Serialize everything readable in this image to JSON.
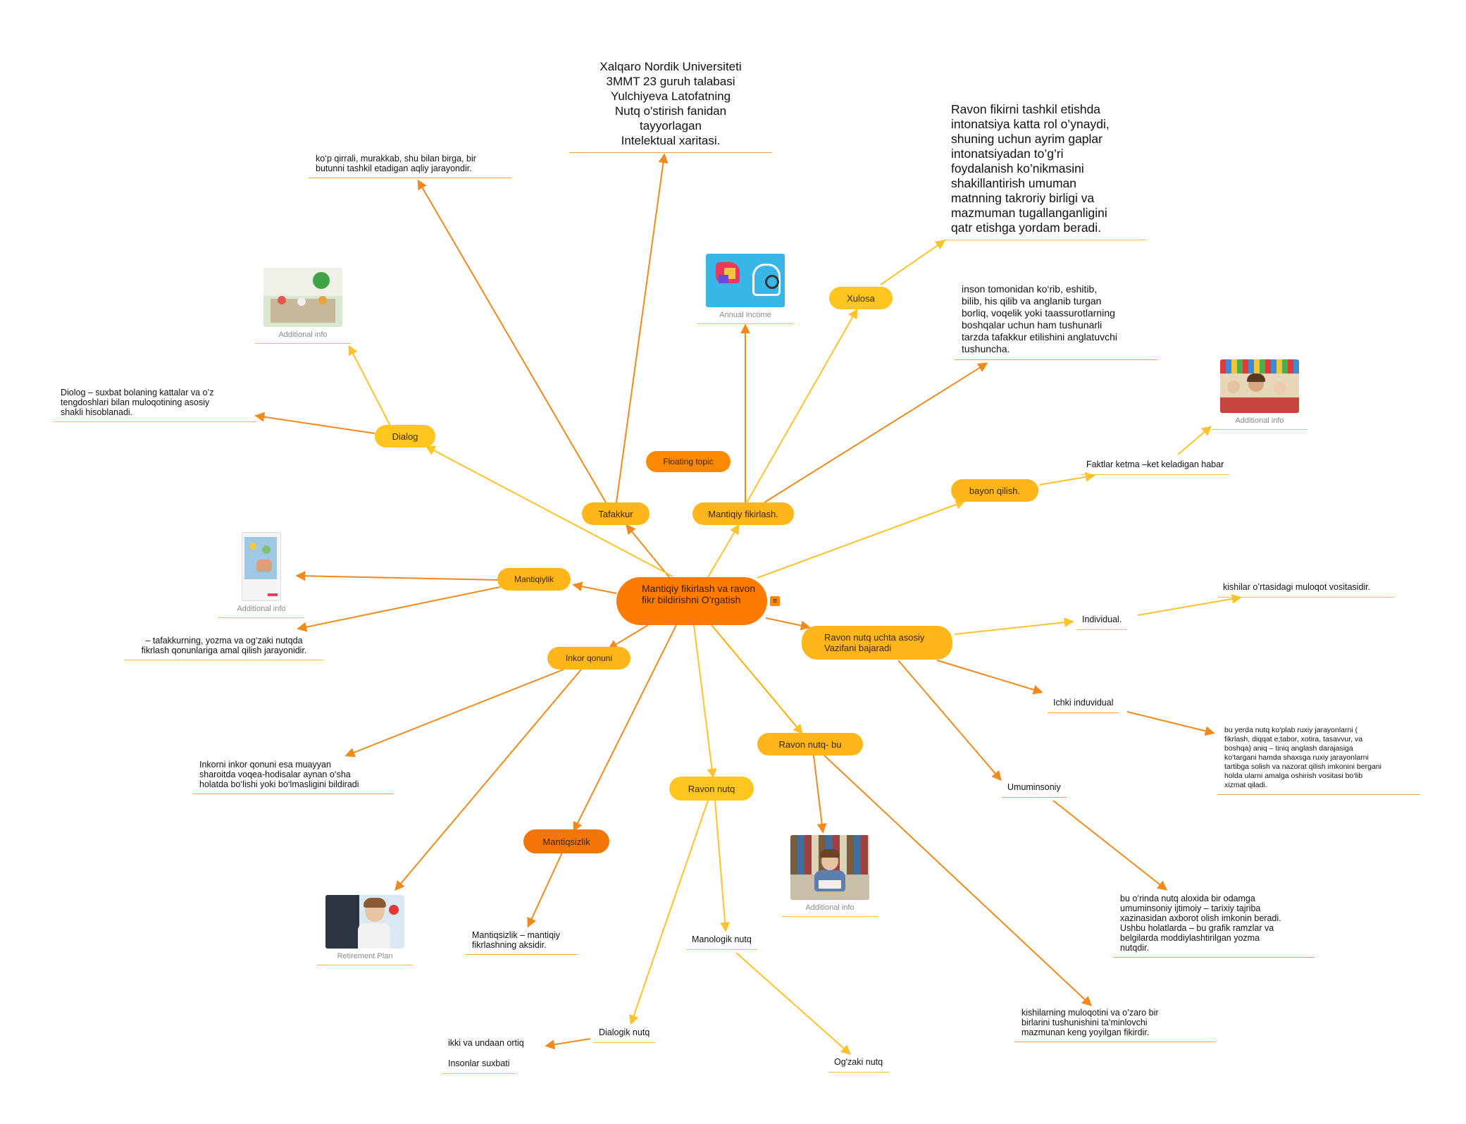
{
  "center": {
    "label": "Mantiqiy fikirlash va ravon fikr bildirishni O'rgatish",
    "icon": "note-icon"
  },
  "branches": {
    "tafakkur": "Tafakkur",
    "mantiqiy_fikirlash": "Mantiqiy fikirlash.",
    "floating": "Floating topic",
    "xulosa": "Xulosa",
    "dialog": "Dialog",
    "mantiqiylik": "Mantiqiylik",
    "inkor": "Inkor qonuni",
    "mantiqsizlik": "Mantiqsizlik",
    "ravon_nutq": "Ravon nutq",
    "ravon_nutq_bu": "Ravon nutq- bu",
    "bayon": "bayon qilish.",
    "ravon_vazifa": "Ravon nutq uchta asosiy Vazifani bajaradi"
  },
  "notes": {
    "title": [
      "Xalqaro Nordik Universiteti",
      "3MMT 23 guruh talabasi",
      "Yulchiyeva Latofatning",
      "Nutq o'stirish fanidan",
      "tayyorlagan",
      "Intelektual xaritasi."
    ],
    "tafakkur_note": [
      "ko‘p qirrali, murakkab, shu bilan birga, bir",
      "butunni tashkil etadigan aqliy jarayondir."
    ],
    "xulosa_note": [
      "Ravon fikirni tashkil etishda",
      "intonatsiya katta rol o’ynaydi,",
      "shuning uchun ayrim gaplar",
      "intonatsiyadan to’g’ri",
      "foydalanish ko’nikmasini",
      "shakillantirish umuman",
      "matnning takroriy birligi va",
      "mazmuman tugallanganligini",
      "qatr etishga yordam beradi."
    ],
    "mantiqiy_note": [
      "inson tomonidan ko‘rib, eshitib,",
      "bilib, his qilib va anglanib turgan",
      "borliq, voqelik yoki taassurotlarning",
      "boshqalar uchun ham tushunarli",
      "tarzda tafakkur etilishini anglatuvchi",
      "tushuncha."
    ],
    "dialog_note": [
      "Diolog – suxbat bolaning kattalar va o’z",
      "tengdoshlari bilan muloqotining asosiy",
      "shakli hisoblanadi."
    ],
    "mantiqiylik_note": [
      "– tafakkurning, yozma va og‘zaki nutqda",
      "fikrlash qonunlariga amal qilish jarayonidir."
    ],
    "inkor_note": [
      "Inkorni inkor qonuni esa muayyan",
      "sharoitda voqea-hodisalar aynan o‘sha",
      "holatda bo‘lishi yoki bo‘lmasligini bildiradi"
    ],
    "mantiqsizlik_note": [
      "Mantiqsizlik – mantiqiy",
      "fikrlashning aksidir."
    ],
    "faktlar": "Faktlar ketma –ket keladigan habar",
    "individual": "Individual.",
    "individual_note": "kishilar o’rtasidagi muloqot vositasidir.",
    "ichki": "Ichki induvidual",
    "ichki_note": [
      "bu yerda nutq ko‘plab ruxiy jarayonlarni (",
      "fikrlash, diqqat e;tabor, xotira, tasavvur, va",
      "boshqa) aniq – tiniq anglash darajasiga",
      "ko‘targani hamda shaxsga ruxiy jarayonlarni",
      "tartibga solish va nazorat qilish imkonini bergani",
      "holda ularni amalga oshirish vositasi bo‘lib",
      "xizmat qiladi."
    ],
    "umuminsoniy": "Umuminsoniy",
    "umuminsoniy_note": [
      " bu o’rinda nutq aloxida bir odamga",
      "umuminsoniy ijtimoiy – tarixiy tajriba",
      "xazinasidan axborot olish imkonin beradi.",
      "Ushbu holatlarda – bu grafik ramzlar va",
      "belgilarda moddiylashtirilgan yozma",
      "nutqdir."
    ],
    "kishilarning": [
      "kishilarning muloqotini va o’zaro bir",
      "birlarini tushunishini ta’minlovchi",
      "mazmunan keng yoyilgan fikirdir."
    ],
    "manologik": "Manologik nutq",
    "ogzaki": "Og'zaki nutq",
    "dialogik": "Dialogik nutq",
    "ikki": "ikki va undaan ortiq",
    "insonlar": "Insonlar suxbati"
  },
  "images": {
    "annual": {
      "caption": "Annual Income",
      "icon": "puzzle-brain-image"
    },
    "dialog_img": {
      "caption": "Additional info",
      "icon": "classroom-image"
    },
    "mantiqiylik_img": {
      "caption": "Additional info",
      "icon": "phone-app-image"
    },
    "retirement": {
      "caption": "Retirement Plan",
      "icon": "boy-drawing-image"
    },
    "ravon_img": {
      "caption": "Additional info",
      "icon": "boy-reading-image"
    },
    "bayon_img": {
      "caption": "Additional info",
      "icon": "teacher-children-image"
    }
  },
  "colors": {
    "orange": "#ff8a00",
    "amber": "#ffb61a",
    "yellow": "#ffc61f",
    "line_orange": "#f08a1c",
    "line_yellow": "#ffc22a"
  }
}
